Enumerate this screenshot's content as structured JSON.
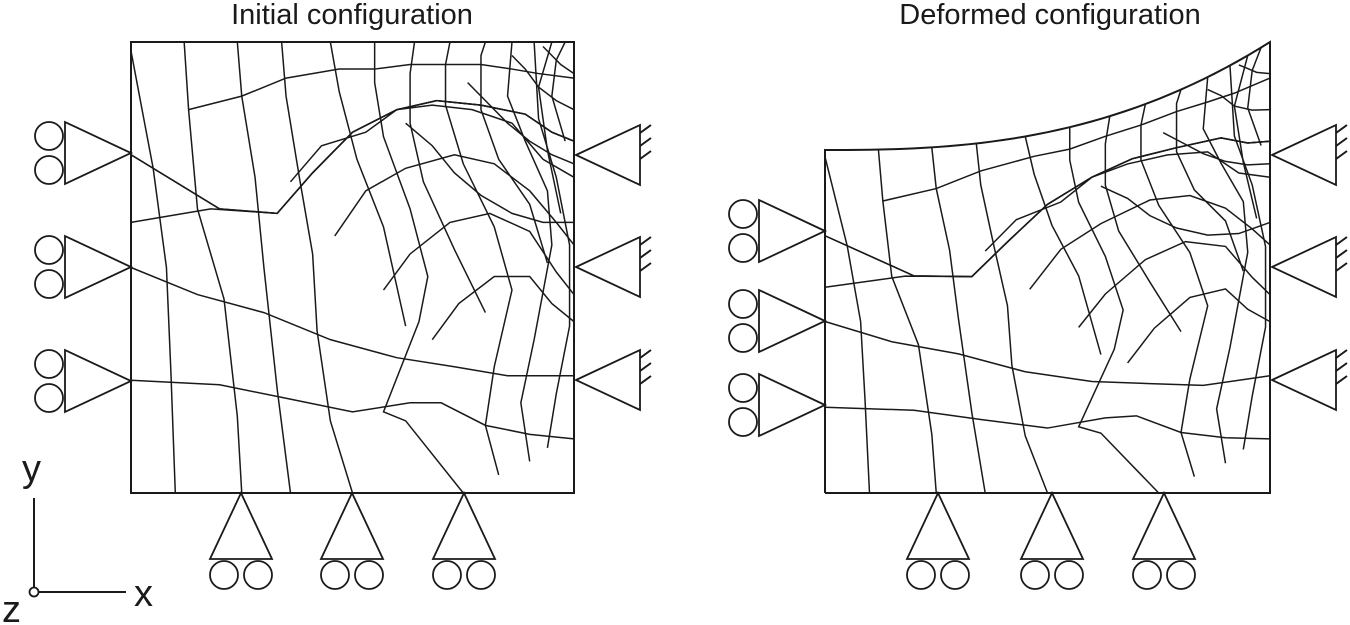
{
  "panels": [
    {
      "title": "Initial configuration"
    },
    {
      "title": "Deformed configuration"
    }
  ],
  "axes": {
    "x_label": "x",
    "y_label": "y",
    "z_label": "z"
  }
}
